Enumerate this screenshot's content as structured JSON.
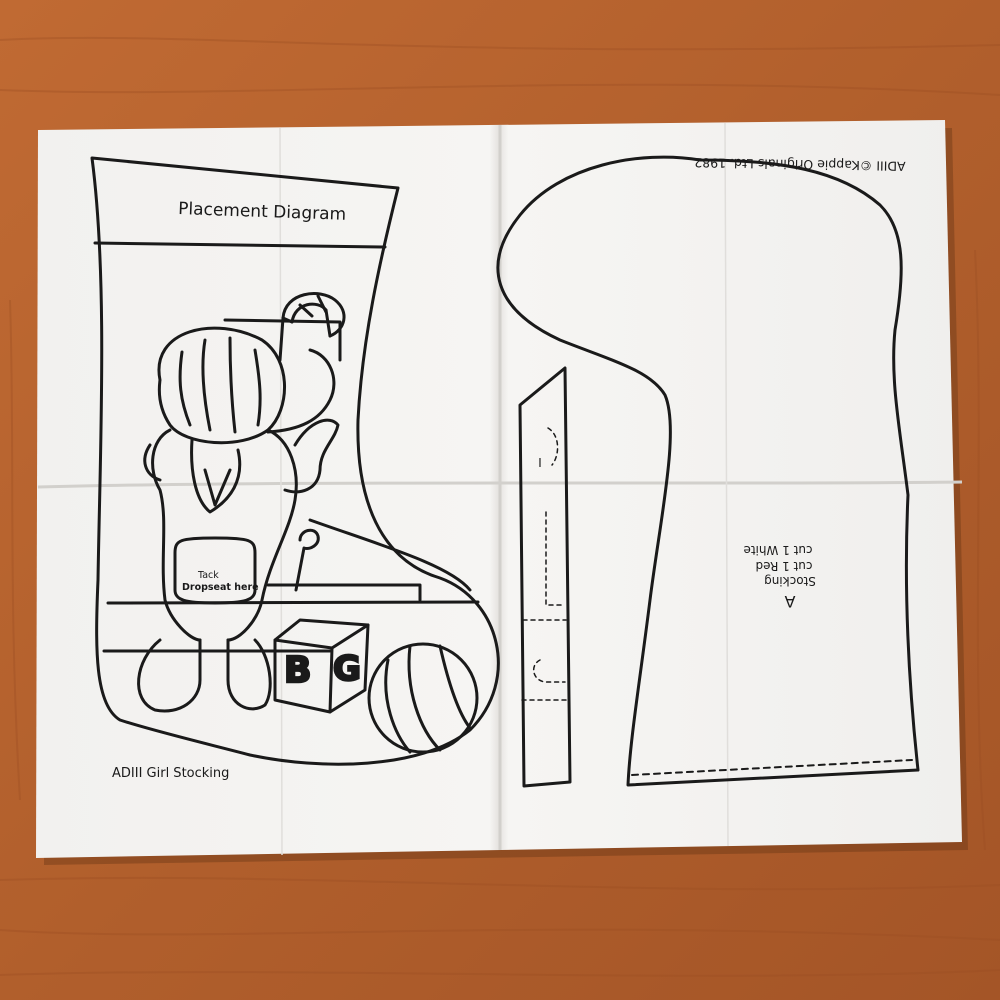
{
  "colors": {
    "table_wood": "#b8632f",
    "table_wood_dark": "#8f4a22",
    "paper": "#f4f3f1",
    "paper_shade": "#e6e4e1",
    "ink": "#1a1a1a"
  },
  "diagram": {
    "title": "Placement Diagram",
    "caption": "ADIII Girl Stocking",
    "tack_label_line1": "Tack",
    "tack_label_line2": "Dropseat here",
    "block_letter_1": "B",
    "block_letter_2": "G"
  },
  "pattern": {
    "copyright": "ADIII ©Kappie Originals Ltd. 1982",
    "piece_letter": "A",
    "piece_name": "Stocking",
    "cut_line_1": "cut 1 Red",
    "cut_line_2": "cut 1 White",
    "strip_mark": "I"
  }
}
